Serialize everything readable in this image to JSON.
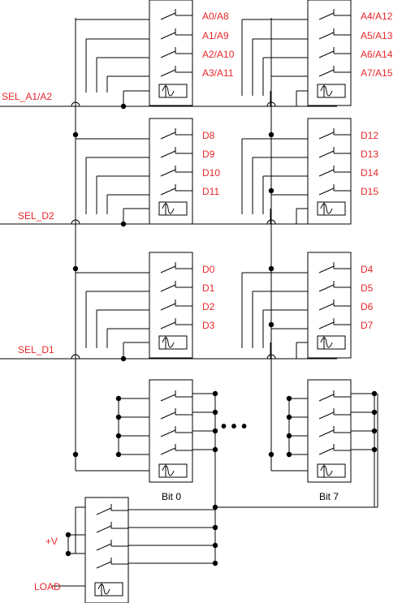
{
  "colors": {
    "label": "#e8272a",
    "wire": "#000000"
  },
  "rows": [
    {
      "select": "SEL_A1/A2",
      "left_outputs": [
        "A0/A8",
        "A1/A9",
        "A2/A10",
        "A3/A11"
      ],
      "right_outputs": [
        "A4/A12",
        "A5/A13",
        "A6/A14",
        "A7/A15"
      ]
    },
    {
      "select": "SEL_D2",
      "left_outputs": [
        "D8",
        "D9",
        "D10",
        "D11"
      ],
      "right_outputs": [
        "D12",
        "D13",
        "D14",
        "D15"
      ]
    },
    {
      "select": "SEL_D1",
      "left_outputs": [
        "D0",
        "D1",
        "D2",
        "D3"
      ],
      "right_outputs": [
        "D4",
        "D5",
        "D6",
        "D7"
      ]
    }
  ],
  "bits": {
    "first": "Bit 0",
    "last": "Bit 7",
    "ellipsis": "• • •"
  },
  "supply": "+V",
  "load": "LOAD"
}
